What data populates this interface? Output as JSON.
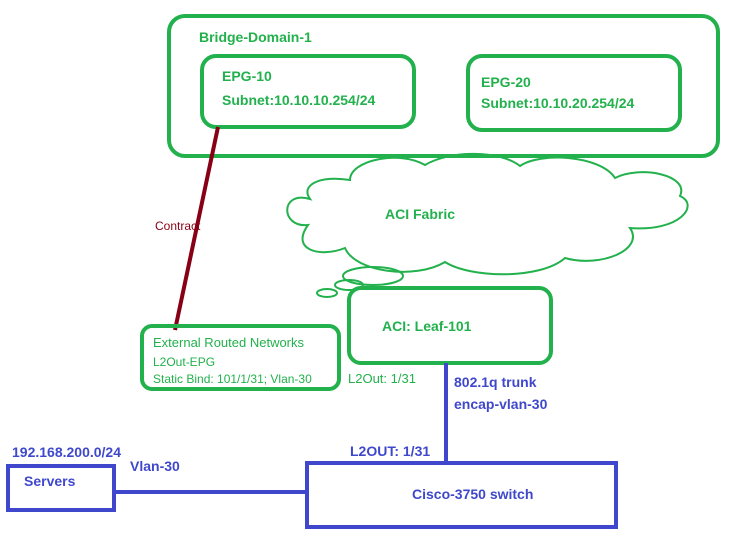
{
  "colors": {
    "green": "#22b14c",
    "blue": "#3f48cc",
    "maroon": "#880015",
    "green_text": "#22b14c",
    "blue_text": "#3f48cc",
    "maroon_text": "#880015"
  },
  "bridge_domain": {
    "label": "Bridge-Domain-1"
  },
  "epg10": {
    "name": "EPG-10",
    "subnet": "Subnet:10.10.10.254/24"
  },
  "epg20": {
    "name": "EPG-20",
    "subnet": "Subnet:10.10.20.254/24"
  },
  "fabric": {
    "label": "ACI Fabric"
  },
  "contract": {
    "label": "Contract"
  },
  "external": {
    "title": "External Routed Networks",
    "epg": "L2Out-EPG",
    "bind": "Static Bind: 101/1/31; Vlan-30"
  },
  "leaf": {
    "label": "ACI: Leaf-101",
    "port": "L2Out: 1/31"
  },
  "trunk": {
    "line1": "802.1q trunk",
    "line2": "encap-vlan-30"
  },
  "switch": {
    "label": "Cisco-3750 switch",
    "port": "L2OUT: 1/31"
  },
  "servers": {
    "label": "Servers",
    "subnet": "192.168.200.0/24",
    "vlan": "Vlan-30"
  }
}
